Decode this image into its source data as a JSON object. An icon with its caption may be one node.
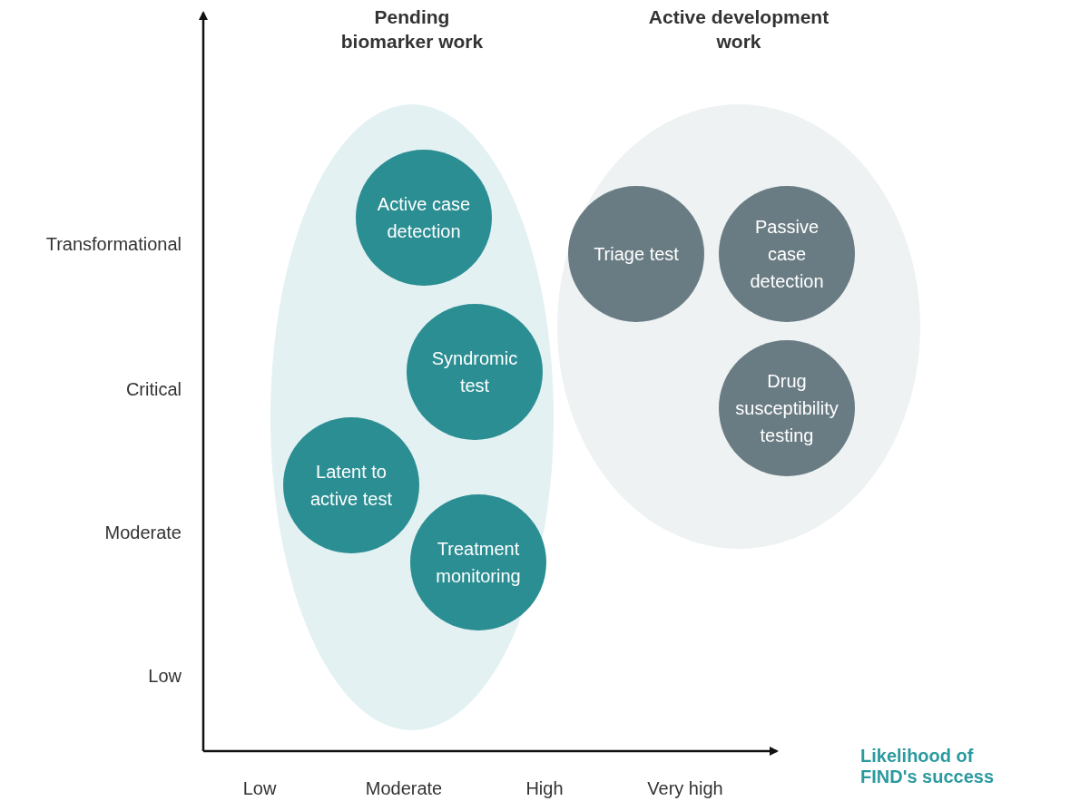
{
  "diagram": {
    "nodes": [
      {
        "text": [
          "Pending biomarker work"
        ]
      },
      {
        "text": [
          "Active development work"
        ]
      },
      {
        "text": [
          "Active case detection"
        ],
        "in": 0
      },
      {
        "text": [
          "Triage test"
        ],
        "in": 1
      },
      {
        "text": [
          "Passive case detection"
        ],
        "in": 1
      },
      {
        "text": [
          "Syndromic test"
        ],
        "in": 0
      },
      {
        "text": [
          "Drug susceptibility testing"
        ],
        "in": 1
      },
      {
        "text": [
          "Latent to active test"
        ],
        "in": 0
      },
      {
        "text": [
          "Treatment monitoring"
        ],
        "in": 0
      }
    ],
    "edges": [],
    "labels": [
      "Transformational",
      "Critical",
      "Moderate",
      "Low",
      "Low",
      "Moderate",
      "High",
      "Very high",
      "Likelihood of FIND's success"
    ]
  }
}
